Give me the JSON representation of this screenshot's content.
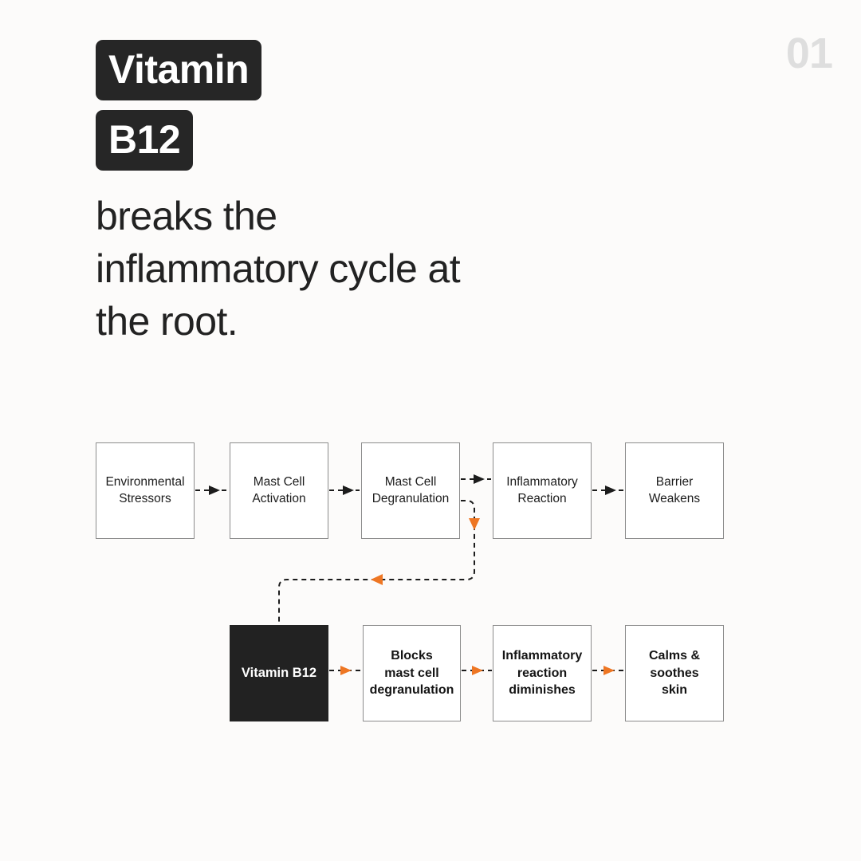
{
  "page": {
    "number": "01",
    "background_color": "#fcfbfa",
    "accent_color": "#ee7623",
    "dark_color": "#222222"
  },
  "headline": {
    "badges": [
      "Vitamin",
      "B12"
    ],
    "subhead": "breaks the inflammatory cycle at the root."
  },
  "flowchart": {
    "top_row": [
      {
        "label": "Environmental\nStressors"
      },
      {
        "label": "Mast Cell\nActivation"
      },
      {
        "label": "Mast Cell\nDegranulation"
      },
      {
        "label": "Inflammatory\nReaction"
      },
      {
        "label": "Barrier\nWeakens"
      }
    ],
    "bottom_row": [
      {
        "label": "Vitamin B12",
        "style": "dark"
      },
      {
        "label": "Blocks\nmast cell\ndegranulation",
        "style": "bold"
      },
      {
        "label": "Inflammatory\nreaction\ndiminishes",
        "style": "bold"
      },
      {
        "label": "Calms &\nsoothes\nskin",
        "style": "bold"
      }
    ],
    "connectors": {
      "top_arrow_color": "#1c1c1c",
      "bottom_arrow_color": "#ee7623",
      "feedback_arrow_color": "#ee7623",
      "line_style": "dashed"
    }
  }
}
